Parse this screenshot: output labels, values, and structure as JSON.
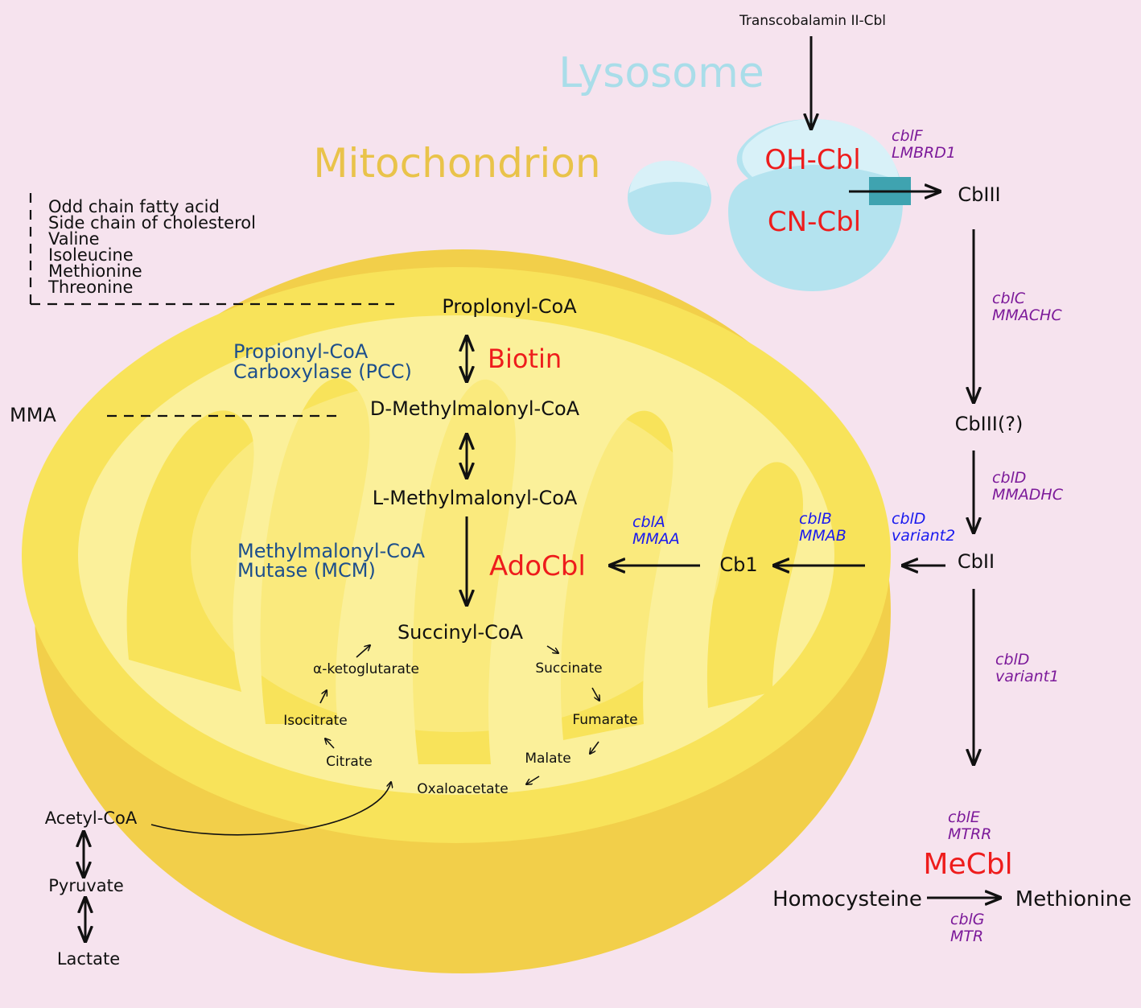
{
  "colors": {
    "background": "#f6e3ee",
    "mito_outer": "#f2cf4a",
    "mito_top": "#f8e35a",
    "mito_inner": "#fbf09a",
    "lysosome": "#b4e3ef",
    "lysosome_light": "#d8f1f8",
    "transporter": "#3fa3b0",
    "cofactor_red": "#ee1c1c",
    "enzyme_blue": "#1d4f8c",
    "gene_purple": "#7c1a9a",
    "gene_blue": "#1a1aee"
  },
  "titles": {
    "lysosome": "Lysosome",
    "mitochondrion": "Mitochondrion"
  },
  "sources": [
    "Odd chain fatty acid",
    "Side chain of cholesterol",
    "Valine",
    "Isoleucine",
    "Methionine",
    "Threonine"
  ],
  "pathway": {
    "propionyl": "Proplonyl-CoA",
    "d_mm": "D-Methylmalonyl-CoA",
    "l_mm": "L-Methylmalonyl-CoA",
    "succinyl": "Succinyl-CoA",
    "mma": "MMA",
    "biotin": "Biotin",
    "pcc_line1": "Propionyl-CoA",
    "pcc_line2": "Carboxylase (PCC)",
    "mcm_line1": "Methylmalonyl-CoA",
    "mcm_line2": "Mutase (MCM)",
    "adocbl": "AdoCbl",
    "cb1": "Cb1"
  },
  "tca": {
    "akg": "α-ketoglutarate",
    "succinate": "Succinate",
    "fumarate": "Fumarate",
    "malate": "Malate",
    "oxaloacetate": "Oxaloacetate",
    "citrate": "Citrate",
    "isocitrate": "Isocitrate"
  },
  "glycolysis": {
    "acetyl": "Acetyl-CoA",
    "pyruvate": "Pyruvate",
    "lactate": "Lactate"
  },
  "cobalamin": {
    "transcobalamin": "Transcobalamin II-Cbl",
    "oh_cbl": "OH-Cbl",
    "cn_cbl": "CN-Cbl",
    "cbl3": "CbIII",
    "cbl3q": "CbIII(?)",
    "cbl2": "CbII",
    "mecbl": "MeCbl",
    "homocysteine": "Homocysteine",
    "methionine": "Methionine"
  },
  "genes": {
    "cblF": "cblF",
    "LMBRD1": "LMBRD1",
    "cblC": "cblC",
    "MMACHC": "MMACHC",
    "cblD1": "cblD",
    "MMADHC": "MMADHC",
    "cblD_v2": "cblD",
    "variant2": "variant2",
    "cblD_v1": "cblD",
    "variant1": "variant1",
    "cblA": "cblA",
    "MMAA": "MMAA",
    "cblB": "cblB",
    "MMAB": "MMAB",
    "cblE": "cblE",
    "MTRR": "MTRR",
    "cblG": "cblG",
    "MTR": "MTR"
  }
}
